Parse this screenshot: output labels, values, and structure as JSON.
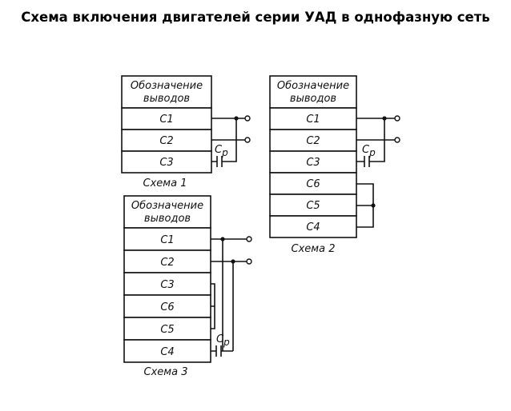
{
  "title": "Схема включения двигателей серии УАД в однофазную сеть",
  "header_line1": "Обозначение",
  "header_line2": "выводов",
  "capacitor": {
    "main": "С",
    "sub": "р"
  },
  "schemes": [
    {
      "caption": "Схема 1",
      "terminals": [
        "С1",
        "С2",
        "С3"
      ]
    },
    {
      "caption": "Схема 2",
      "terminals": [
        "С1",
        "С2",
        "С3",
        "С6",
        "С5",
        "С4"
      ]
    },
    {
      "caption": "Схема 3",
      "terminals": [
        "С1",
        "С2",
        "С3",
        "С6",
        "С5",
        "С4"
      ]
    }
  ]
}
